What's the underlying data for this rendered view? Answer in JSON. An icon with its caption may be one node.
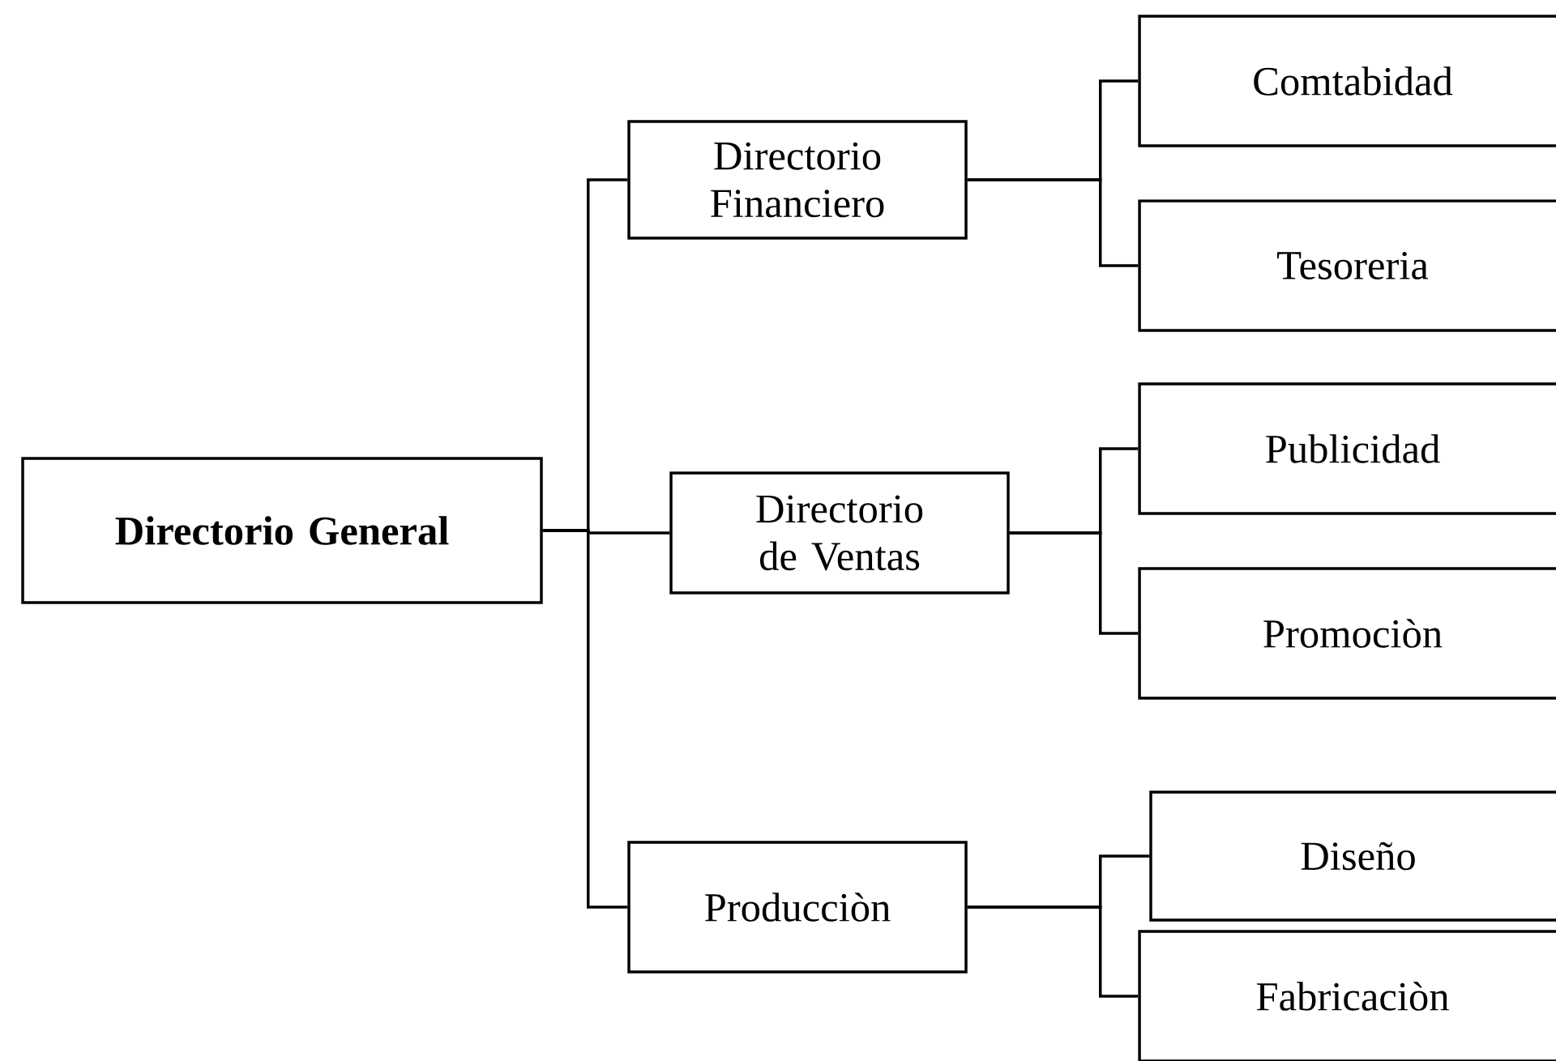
{
  "diagram": {
    "nodes": [
      {
        "text": [
          "Directorio General"
        ]
      },
      {
        "text": [
          "Directorio Financiero"
        ]
      },
      {
        "text": [
          "Directorio de Ventas"
        ]
      },
      {
        "text": [
          "Producciòn"
        ]
      },
      {
        "text": [
          "Comtabidad"
        ]
      },
      {
        "text": [
          "Tesoreria"
        ]
      },
      {
        "text": [
          "Publicidad"
        ]
      },
      {
        "text": [
          "Promociòn"
        ]
      },
      {
        "text": [
          "Diseño"
        ]
      },
      {
        "text": [
          "Fabricaciòn"
        ]
      }
    ],
    "edges": [
      {
        "from": 0,
        "to": 1,
        "arrow": "none"
      },
      {
        "from": 0,
        "to": 2,
        "arrow": "none"
      },
      {
        "from": 0,
        "to": 3,
        "arrow": "none"
      },
      {
        "from": 1,
        "to": 4,
        "arrow": "none"
      },
      {
        "from": 1,
        "to": 5,
        "arrow": "none"
      },
      {
        "from": 2,
        "to": 6,
        "arrow": "none"
      },
      {
        "from": 2,
        "to": 7,
        "arrow": "none"
      },
      {
        "from": 3,
        "to": 8,
        "arrow": "none"
      },
      {
        "from": 3,
        "to": 9,
        "arrow": "none"
      }
    ]
  }
}
